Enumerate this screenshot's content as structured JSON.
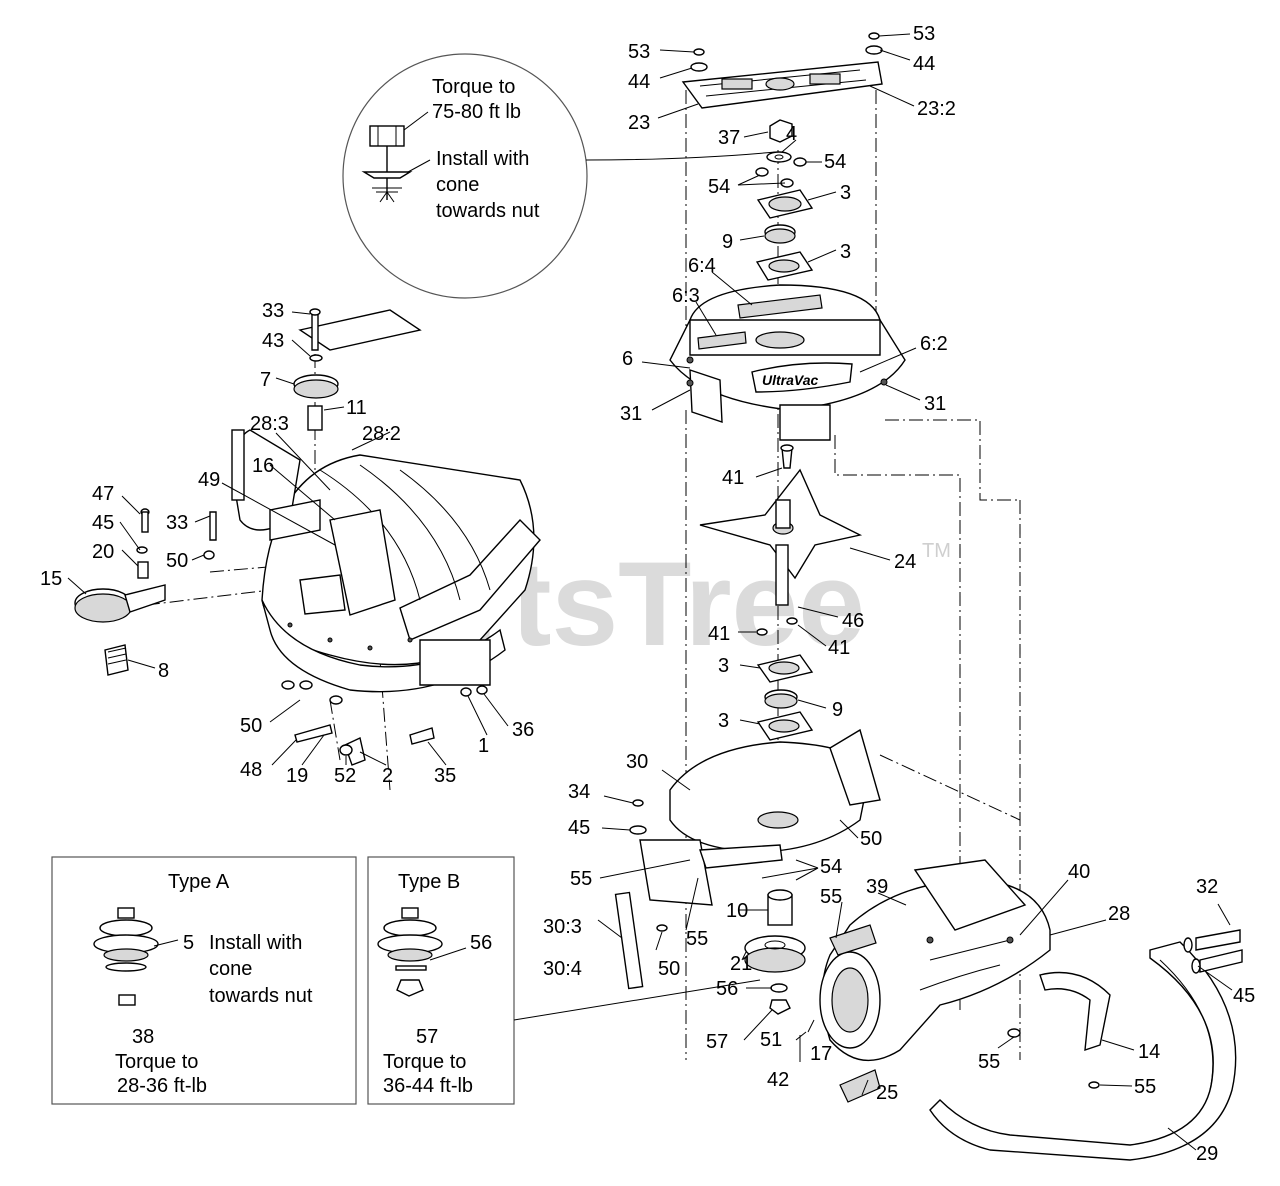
{
  "watermark": {
    "text": "PartsTree",
    "trademark": "TM"
  },
  "detail_circle": {
    "line1": "Torque to",
    "line2": "75-80 ft lb",
    "line3": "Install with",
    "line4": "cone",
    "line5": "towards nut"
  },
  "type_a": {
    "title": "Type A",
    "part_label": "5",
    "install_1": "Install with",
    "install_2": "cone",
    "install_3": "towards nut",
    "nut_label": "38",
    "torque_1": "Torque to",
    "torque_2": "28-36 ft-lb"
  },
  "type_b": {
    "title": "Type B",
    "part_label": "56",
    "nut_label": "57",
    "torque_1": "Torque to",
    "torque_2": "36-44 ft-lb"
  },
  "decal": {
    "brand": "UltraVac"
  },
  "callouts": [
    {
      "text": "53"
    },
    {
      "text": "44"
    },
    {
      "text": "23"
    },
    {
      "text": "53"
    },
    {
      "text": "44"
    },
    {
      "text": "23:2"
    },
    {
      "text": "37"
    },
    {
      "text": "4"
    },
    {
      "text": "54"
    },
    {
      "text": "54"
    },
    {
      "text": "3"
    },
    {
      "text": "9"
    },
    {
      "text": "3"
    },
    {
      "text": "6:4"
    },
    {
      "text": "6:3"
    },
    {
      "text": "6"
    },
    {
      "text": "6:2"
    },
    {
      "text": "31"
    },
    {
      "text": "31"
    },
    {
      "text": "41"
    },
    {
      "text": "24"
    },
    {
      "text": "46"
    },
    {
      "text": "41"
    },
    {
      "text": "41"
    },
    {
      "text": "3"
    },
    {
      "text": "9"
    },
    {
      "text": "3"
    },
    {
      "text": "30"
    },
    {
      "text": "34"
    },
    {
      "text": "45"
    },
    {
      "text": "50"
    },
    {
      "text": "55"
    },
    {
      "text": "54"
    },
    {
      "text": "39"
    },
    {
      "text": "40"
    },
    {
      "text": "28"
    },
    {
      "text": "32"
    },
    {
      "text": "55"
    },
    {
      "text": "10"
    },
    {
      "text": "55"
    },
    {
      "text": "30:3"
    },
    {
      "text": "21"
    },
    {
      "text": "30:4"
    },
    {
      "text": "50"
    },
    {
      "text": "56"
    },
    {
      "text": "57"
    },
    {
      "text": "51"
    },
    {
      "text": "17"
    },
    {
      "text": "42"
    },
    {
      "text": "55"
    },
    {
      "text": "25"
    },
    {
      "text": "14"
    },
    {
      "text": "55"
    },
    {
      "text": "45"
    },
    {
      "text": "29"
    },
    {
      "text": "33"
    },
    {
      "text": "43"
    },
    {
      "text": "7"
    },
    {
      "text": "11"
    },
    {
      "text": "28:3"
    },
    {
      "text": "28:2"
    },
    {
      "text": "16"
    },
    {
      "text": "49"
    },
    {
      "text": "47"
    },
    {
      "text": "45"
    },
    {
      "text": "33"
    },
    {
      "text": "20"
    },
    {
      "text": "50"
    },
    {
      "text": "15"
    },
    {
      "text": "8"
    },
    {
      "text": "50"
    },
    {
      "text": "36"
    },
    {
      "text": "1"
    },
    {
      "text": "48"
    },
    {
      "text": "19"
    },
    {
      "text": "52"
    },
    {
      "text": "2"
    },
    {
      "text": "35"
    }
  ]
}
